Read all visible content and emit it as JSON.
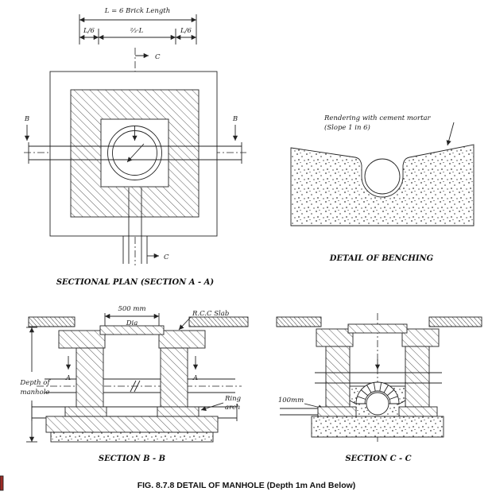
{
  "figure": {
    "caption": "FIG. 8.7.8 DETAIL OF MANHOLE (Depth 1m And Below)"
  },
  "colors": {
    "ink": "#232323",
    "paper": "#ffffff"
  },
  "plan": {
    "caption": "SECTIONAL PLAN (SECTION A - A)",
    "dim_total": "L = 6 Brick Length",
    "dim_left": "L/6",
    "dim_mid": "⅔·L",
    "dim_right": "L/6",
    "marker_b": "B",
    "marker_c": "C"
  },
  "benching": {
    "caption": "DETAIL OF BENCHING",
    "note1": "Rendering with cement mortar",
    "note2": "(Slope 1 in 6)"
  },
  "section_bb": {
    "caption": "SECTION B - B",
    "dim_dia_value": "500 mm",
    "dim_dia_label": "Dia",
    "rcc_slab": "R.C.C Slab",
    "depth1": "Depth of",
    "depth2": "manhole",
    "ring1": "Ring",
    "ring2": "arch",
    "marker_a": "A"
  },
  "section_cc": {
    "caption": "SECTION C - C",
    "dim_offset": "100mm"
  }
}
